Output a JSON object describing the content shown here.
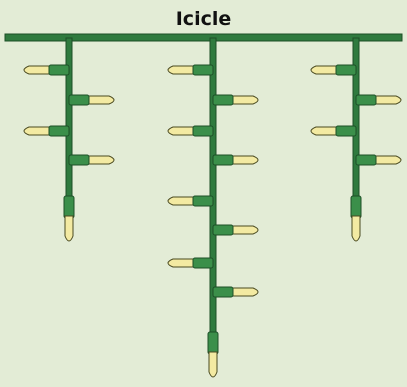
{
  "title": "Icicle",
  "colors": {
    "background": "#e3ecd6",
    "wire": "#2f7a3e",
    "wire_edge": "#1c4f27",
    "socket": "#3b8f4a",
    "bulb": "#f3eaa2",
    "bulb_edge": "#4a4a20"
  },
  "diagram": {
    "type": "icicle-light-string",
    "strands": [
      {
        "name": "left",
        "side_bulbs": 4,
        "bottom_bulb": true
      },
      {
        "name": "middle",
        "side_bulbs": 8,
        "bottom_bulb": true
      },
      {
        "name": "right",
        "side_bulbs": 4,
        "bottom_bulb": true
      }
    ]
  }
}
